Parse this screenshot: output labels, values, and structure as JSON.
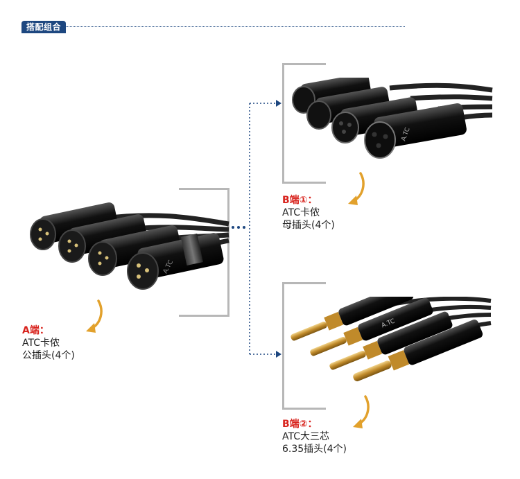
{
  "header": {
    "badge": "搭配组合"
  },
  "colors": {
    "brand": "#1d4780",
    "label_red": "#d8231d",
    "arrow_gold": "#e2a12c",
    "bracket_gray": "#b7b7b7"
  },
  "connector_a": {
    "label": "A端：",
    "line1": "ATC卡侬",
    "line2": "公插头(4个)",
    "product_logo": "A.TC"
  },
  "connector_b1": {
    "label": "B端①：",
    "line1": "ATC卡侬",
    "line2": "母插头(4个)",
    "product_logo": "A.TC"
  },
  "connector_b2": {
    "label": "B端②：",
    "line1": "ATC大三芯",
    "line2": "6.35插头(4个)",
    "product_logo": "A.TC"
  }
}
